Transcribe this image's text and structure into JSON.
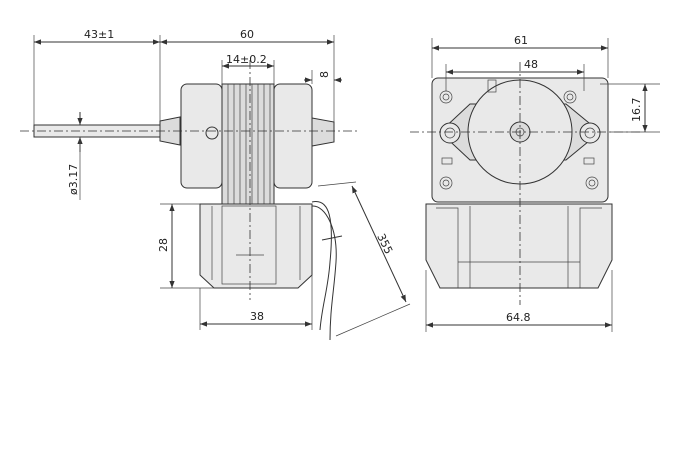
{
  "dimensions": {
    "shaft_extension": "43±1",
    "body_length": "60",
    "lamination_width": "14±0.2",
    "end_offset": "8",
    "shaft_diameter": "ø3.17",
    "base_height": "28",
    "base_width_side": "38",
    "lead_length": "355",
    "overall_width": "61",
    "mounting_spacing": "48",
    "mounting_height": "16.7",
    "base_width_front": "64.8"
  }
}
